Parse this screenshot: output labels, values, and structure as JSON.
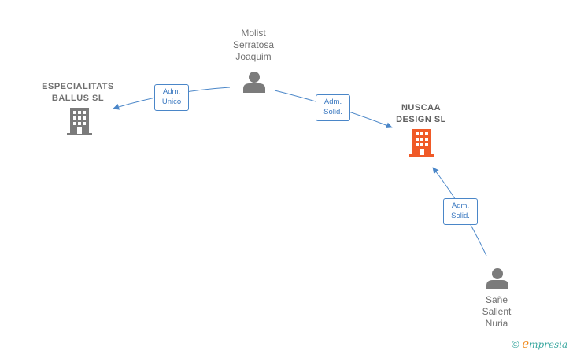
{
  "nodes": {
    "person_molist": {
      "lines": [
        "Molist",
        "Serratosa",
        "Joaquim"
      ]
    },
    "company_ballus": {
      "lines": [
        "ESPECIALITATS",
        "BALLUS  SL"
      ]
    },
    "company_nuscaa": {
      "lines": [
        "NUSCAA",
        "DESIGN  SL"
      ]
    },
    "person_sane": {
      "lines": [
        "Sañe",
        "Sallent",
        "Nuria"
      ]
    }
  },
  "relations": {
    "molist_ballus": {
      "line1": "Adm.",
      "line2": "Unico"
    },
    "molist_nuscaa": {
      "line1": "Adm.",
      "line2": "Solid."
    },
    "sane_nuscaa": {
      "line1": "Adm.",
      "line2": "Solid."
    }
  },
  "footer": {
    "copyright": "©",
    "brand_initial": "e",
    "brand_rest": "mpresia"
  },
  "colors": {
    "edge": "#4a86c8",
    "person_icon": "#7b7b7b",
    "company_icon": "#7b7b7b",
    "company_highlight": "#f05a28"
  }
}
